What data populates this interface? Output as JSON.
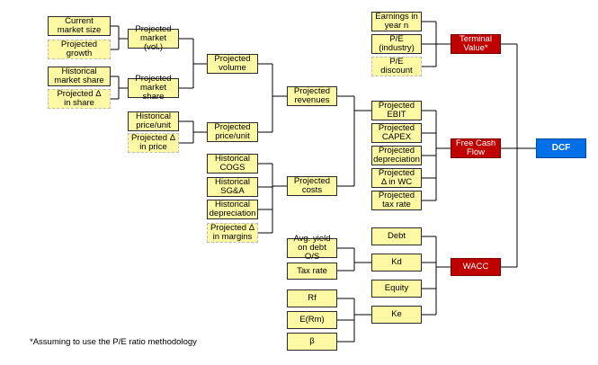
{
  "nodes": {
    "current_market_size": "Current\nmarket size",
    "projected_growth": "Projected\ngrowth",
    "historical_market_share": "Historical\nmarket share",
    "projected_delta_share": "Projected Δ\nin share",
    "historical_price_unit": "Historical\nprice/unit",
    "projected_delta_price": "Projected Δ\nin price",
    "projected_market_vol": "Projected\nmarket (vol.)",
    "projected_market_share": "Projected\nmarket share",
    "projected_volume": "Projected\nvolume",
    "projected_price_unit": "Projected\nprice/unit",
    "projected_revenues": "Projected\nrevenues",
    "historical_cogs": "Historical\nCOGS",
    "historical_sga": "Historical\nSG&A",
    "historical_depreciation": "Historical\ndepreciation",
    "projected_delta_margins": "Projected Δ\nin margins",
    "projected_costs": "Projected\ncosts",
    "earnings_year_n": "Earnings in\nyear n",
    "pe_industry": "P/E\n(industry)",
    "pe_discount": "P/E\ndiscount",
    "terminal_value": "Terminal\nValue*",
    "projected_ebit": "Projected\nEBIT",
    "projected_capex": "Projected\nCAPEX",
    "projected_depreciation": "Projected\ndepreciation",
    "projected_delta_wc": "Projected\nΔ in WC",
    "projected_tax_rate": "Projected\ntax rate",
    "free_cash_flow": "Free Cash\nFlow",
    "dcf": "DCF",
    "avg_yield": "Avg. yield\non debt O/S",
    "tax_rate": "Tax rate",
    "debt": "Debt",
    "kd": "Kd",
    "equity": "Equity",
    "ke": "Ke",
    "wacc": "WACC",
    "rf": "Rf",
    "erm": "E(Rm)",
    "beta": "β"
  },
  "footnote": "*Assuming to use the P/E ratio methodology",
  "colors": {
    "input_fill": "#fdf8a4",
    "highlight_fill": "#c00000",
    "result_fill": "#0070e8",
    "connector": "#000000"
  }
}
